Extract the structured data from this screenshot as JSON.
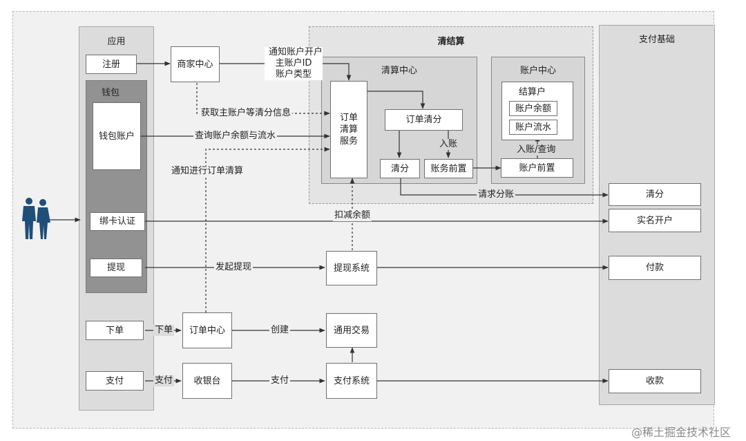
{
  "groups": {
    "app": "应用",
    "wallet": "钱包",
    "clearing": "清结算",
    "clearing_center": "清算中心",
    "account_center": "账户中心",
    "pay_base": "支付基础"
  },
  "app_items": {
    "register": "注册",
    "wallet_account": "钱包账户",
    "bind_card": "绑卡认证",
    "withdraw": "提现",
    "place_order": "下单",
    "pay": "支付"
  },
  "middle": {
    "merchant_center": "商家中心",
    "order_center": "订单中心",
    "cashier": "收银台",
    "withdraw_system": "提现系统",
    "general_trade": "通用交易",
    "pay_system": "支付系统"
  },
  "clearing_nodes": {
    "order_clearing_service": [
      "订单",
      "清算",
      "服务"
    ],
    "order_split": "订单清分",
    "split": "清分",
    "business_front": "账务前置"
  },
  "account_nodes": {
    "settlement_account": "结算户",
    "balance": "账户余额",
    "flow": "账户流水",
    "account_front": "账户前置"
  },
  "pay_base_items": {
    "split": "清分",
    "realname": "实名开户",
    "payout": "付款",
    "collect": "收款"
  },
  "edge_labels": {
    "notify_open": [
      "通知账户开户",
      "主账户ID",
      "账户类型"
    ],
    "get_main_account": "获取主账户等清分信息",
    "query_balance": "查询账户余额与流水",
    "notify_order_clearing": "通知进行订单清算",
    "post_account": "入账",
    "post_query": "入账/查询",
    "request_split": "请求分账",
    "deduct_balance": "扣减余额",
    "start_withdraw": "发起提现",
    "order": "下单",
    "create": "创建",
    "pay": "支付",
    "pay2": "支付"
  },
  "watermark": "@稀土掘金技术社区"
}
